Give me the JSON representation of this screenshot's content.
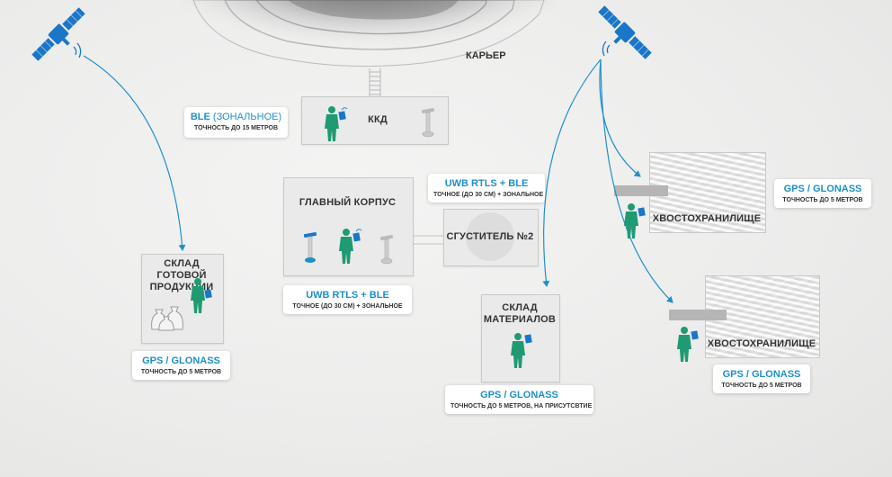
{
  "quarry": {
    "label": "КАРЬЕР"
  },
  "kkd": {
    "title": "ККД",
    "callout": {
      "tech": "BLE",
      "tech_note": "(ЗОНАЛЬНОЕ)",
      "accuracy": "ТОЧНОСТЬ ДО 15 МЕТРОВ"
    }
  },
  "main_building": {
    "title": "ГЛАВНЫЙ КОРПУС",
    "callout": {
      "tech": "UWB RTLS + BLE",
      "accuracy": "ТОЧНОЕ (ДО 30 СМ) + ЗОНАЛЬНОЕ"
    }
  },
  "thickener": {
    "title": "СГУСТИТЕЛЬ №2",
    "callout": {
      "tech": "UWB RTLS + BLE",
      "accuracy": "ТОЧНОЕ (ДО 30 СМ) + ЗОНАЛЬНОЕ"
    }
  },
  "finished_goods_warehouse": {
    "title_lines": [
      "СКЛАД",
      "ГОТОВОЙ",
      "ПРОДУКЦИИ"
    ],
    "callout": {
      "tech": "GPS / GLONASS",
      "accuracy": "ТОЧНОСТЬ ДО 5 МЕТРОВ"
    }
  },
  "materials_warehouse": {
    "title_lines": [
      "СКЛАД",
      "МАТЕРИАЛОВ"
    ],
    "callout": {
      "tech": "GPS / GLONASS",
      "accuracy": "ТОЧНОСТЬ ДО 5 МЕТРОВ, НА ПРИСУТСВТИЕ"
    }
  },
  "tailings_1": {
    "title": "ХВОСТОХРАНИЛИЩЕ",
    "callout": {
      "tech": "GPS / GLONASS",
      "accuracy": "ТОЧНОСТЬ ДО 5 МЕТРОВ"
    }
  },
  "tailings_2": {
    "title": "ХВОСТОХРАНИЛИЩЕ",
    "callout": {
      "tech": "GPS / GLONASS",
      "accuracy": "ТОЧНОСТЬ ДО 5 МЕТРОВ"
    }
  },
  "colors": {
    "accent_blue": "#1f8fc8",
    "worker_green": "#1f9a73",
    "satellite_blue": "#1976c9"
  },
  "icons": [
    "satellite-icon",
    "worker-icon",
    "tag-device-icon",
    "beacon-anchor-icon",
    "sacks-icon"
  ]
}
